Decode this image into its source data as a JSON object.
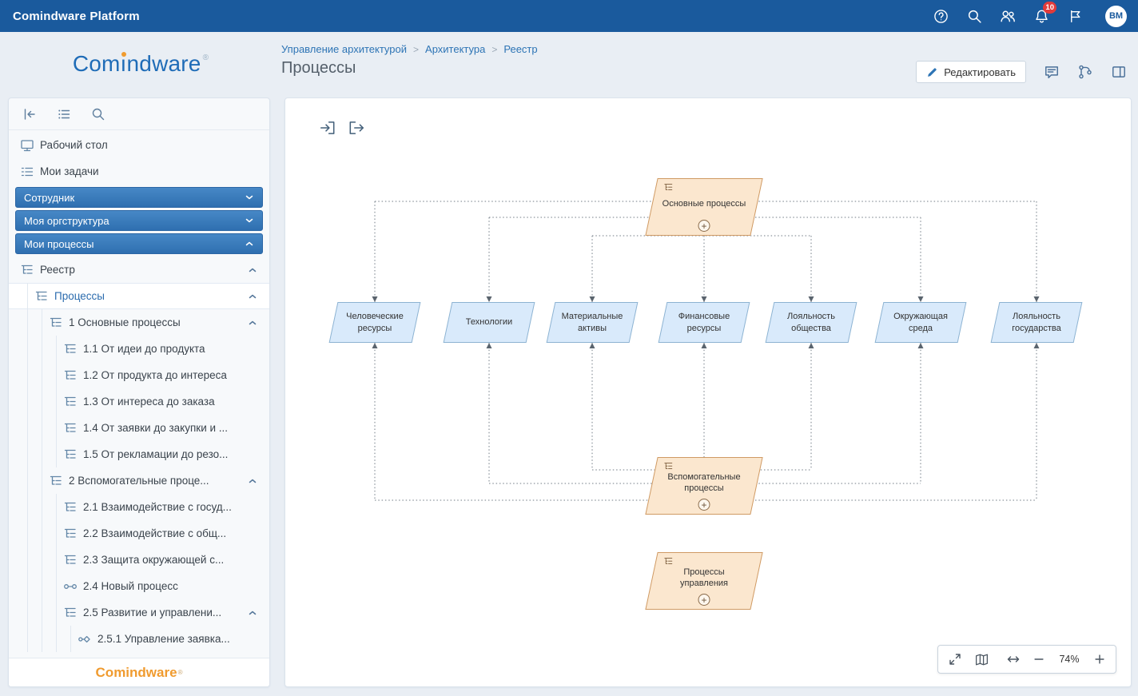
{
  "colors": {
    "topbar_blue": "#1a5a9d",
    "brand_blue": "#1f6cb7",
    "accent_orange": "#f09b2f",
    "link_blue": "#2d74b5",
    "badge_red": "#e23b3b",
    "node_blue_fill": "#d9eafb",
    "node_orange_fill": "#fbe7cf"
  },
  "topbar": {
    "title": "Comindware Platform",
    "notification_count": "10",
    "avatar_initials": "ВМ"
  },
  "logo": {
    "full": "Comindware",
    "pre": "Com",
    "i": "ı",
    "post": "ndware",
    "registered": "®"
  },
  "breadcrumb": {
    "items": [
      "Управление архитектурой",
      "Архитектура",
      "Реестр"
    ],
    "separator": ">"
  },
  "page": {
    "title": "Процессы"
  },
  "header_actions": {
    "edit_label": "Редактировать"
  },
  "sidebar": {
    "footer_logo": "Comindware",
    "footer_registered": "®",
    "items": [
      {
        "type": "link",
        "label": "Рабочий стол",
        "icon": "desktop",
        "level": 0
      },
      {
        "type": "link",
        "label": "Мои задачи",
        "icon": "tasks",
        "level": 0
      },
      {
        "type": "section",
        "label": "Сотрудник",
        "chevron": "down"
      },
      {
        "type": "section",
        "label": "Моя оргструктура",
        "chevron": "down"
      },
      {
        "type": "section",
        "label": "Мои процессы",
        "chevron": "up"
      },
      {
        "type": "node",
        "label": "Реестр",
        "icon": "tree",
        "level": 0,
        "chevron": "up"
      },
      {
        "type": "node",
        "label": "Процессы",
        "icon": "tree",
        "level": 1,
        "chevron": "up",
        "selected": true
      },
      {
        "type": "node",
        "label": "1 Основные процессы",
        "icon": "tree",
        "level": 2,
        "chevron": "up"
      },
      {
        "type": "node",
        "label": "1.1 От идеи до продукта",
        "icon": "tree",
        "level": 3
      },
      {
        "type": "node",
        "label": "1.2 От продукта до интереса",
        "icon": "tree",
        "level": 3
      },
      {
        "type": "node",
        "label": "1.3 От интереса до заказа",
        "icon": "tree",
        "level": 3
      },
      {
        "type": "node",
        "label": "1.4 От заявки до закупки и ...",
        "icon": "tree",
        "level": 3
      },
      {
        "type": "node",
        "label": "1.5 От рекламации до резо...",
        "icon": "tree",
        "level": 3
      },
      {
        "type": "node",
        "label": "2 Вспомогательные проце...",
        "icon": "tree",
        "level": 2,
        "chevron": "up"
      },
      {
        "type": "node",
        "label": "2.1 Взаимодействие с госуд...",
        "icon": "tree",
        "level": 3
      },
      {
        "type": "node",
        "label": "2.2 Взаимодействие с общ...",
        "icon": "tree",
        "level": 3
      },
      {
        "type": "node",
        "label": "2.3 Защита окружающей с...",
        "icon": "tree",
        "level": 3
      },
      {
        "type": "node",
        "label": "2.4 Новый процесс",
        "icon": "process",
        "level": 3
      },
      {
        "type": "node",
        "label": "2.5 Развитие и управлени...",
        "icon": "tree",
        "level": 3,
        "chevron": "up"
      },
      {
        "type": "node",
        "label": "2.5.1 Управление заявка...",
        "icon": "bpmn",
        "level": 4
      }
    ]
  },
  "diagram": {
    "main_process": "Основные процессы",
    "support_process": "Вспомогательные процессы",
    "management_process": "Процессы управления",
    "resources": [
      "Человеческие ресурсы",
      "Технологии",
      "Материальные активы",
      "Финансовые ресурсы",
      "Лояльность общества",
      "Окружающая среда",
      "Лояльность государства"
    ]
  },
  "zoombar": {
    "zoom_level": "74%"
  },
  "icons": [
    "help-icon",
    "search-icon",
    "users-icon",
    "notifications-bell-icon",
    "flag-icon",
    "avatar",
    "edit-pencil-icon",
    "comments-icon",
    "process-version-icon",
    "side-panel-icon",
    "collapse-sidebar-icon",
    "menu-list-icon",
    "sidebar-search-icon",
    "desktop-icon",
    "tasks-icon",
    "tree-node-icon",
    "process-icon",
    "bpmn-process-icon",
    "chevron-up-icon",
    "chevron-down-icon",
    "import-diagram-icon",
    "export-diagram-icon",
    "fullscreen-icon",
    "minimap-icon",
    "fit-width-icon",
    "zoom-out-icon",
    "zoom-in-icon",
    "plus-expand-icon"
  ]
}
